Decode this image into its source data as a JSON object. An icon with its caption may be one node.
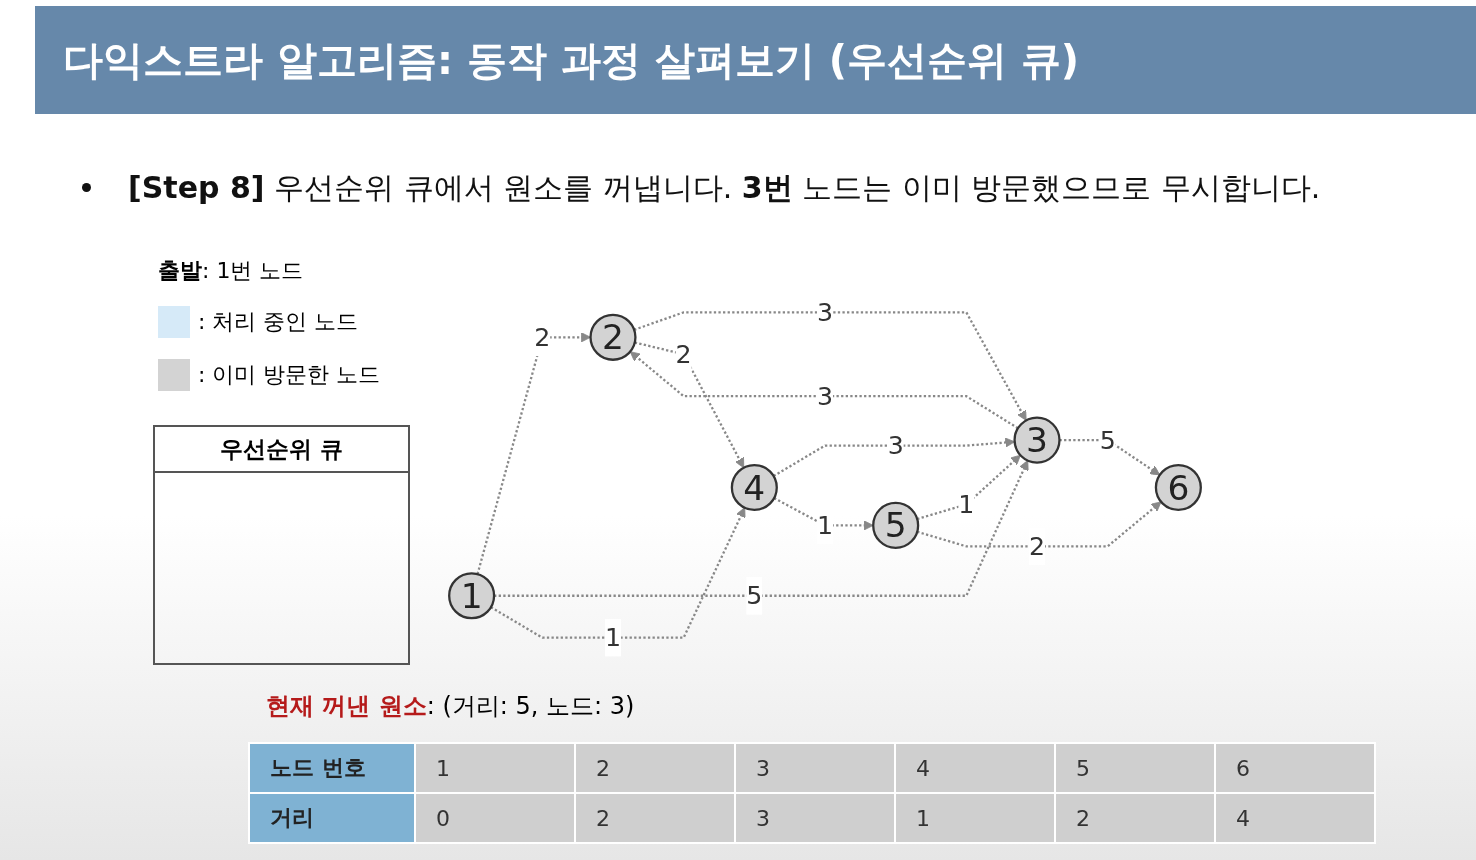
{
  "diagram": {
    "title": "다익스트라 알고리즘: 동작 과정 살펴보기 (우선순위 큐)",
    "nodes": [
      {
        "text": [
          "1"
        ]
      },
      {
        "text": [
          "2"
        ]
      },
      {
        "text": [
          "3"
        ]
      },
      {
        "text": [
          "4"
        ]
      },
      {
        "text": [
          "5"
        ]
      },
      {
        "text": [
          "6"
        ]
      }
    ],
    "edges": [
      {
        "from": 0,
        "to": 1,
        "arrow": "to",
        "label": "2",
        "style": "dashed"
      },
      {
        "from": 0,
        "to": 2,
        "arrow": "to",
        "label": "5",
        "style": "dashed"
      },
      {
        "from": 0,
        "to": 3,
        "arrow": "to",
        "label": "1",
        "style": "dashed"
      },
      {
        "from": 1,
        "to": 2,
        "arrow": "to",
        "label": "3",
        "style": "dashed"
      },
      {
        "from": 2,
        "to": 1,
        "arrow": "to",
        "label": "3",
        "style": "dashed"
      },
      {
        "from": 1,
        "to": 3,
        "arrow": "to",
        "label": "2",
        "style": "dashed"
      },
      {
        "from": 3,
        "to": 2,
        "arrow": "to",
        "label": "3",
        "style": "dashed"
      },
      {
        "from": 3,
        "to": 4,
        "arrow": "to",
        "label": "1",
        "style": "dashed"
      },
      {
        "from": 4,
        "to": 2,
        "arrow": "to",
        "label": "1",
        "style": "dashed"
      },
      {
        "from": 4,
        "to": 5,
        "arrow": "to",
        "label": "2",
        "style": "dashed"
      },
      {
        "from": 2,
        "to": 5,
        "arrow": "to",
        "label": "5",
        "style": "dashed"
      }
    ],
    "labels": [
      "**[Step 8]** 우선순위 큐에서 원소를 꺼냅니다. **3번** 노드는 이미 방문했으므로 무시합니다.",
      "**출발**: 1번 노드",
      "우선순위 큐",
      "**현재 꺼낸 원소**: (거리: 5, 노드: 3)",
      "노드 번호",
      "1",
      "2",
      "3",
      "4",
      "5",
      "6",
      "거리",
      "0",
      "2",
      "3",
      "1",
      "2",
      "4"
    ],
    "legend": [
      {
        "text": ": 처리 중인 노드",
        "color": "#d6eaf8"
      },
      {
        "text": ": 이미 방문한 노드",
        "color": "#d3d3d3"
      }
    ]
  }
}
